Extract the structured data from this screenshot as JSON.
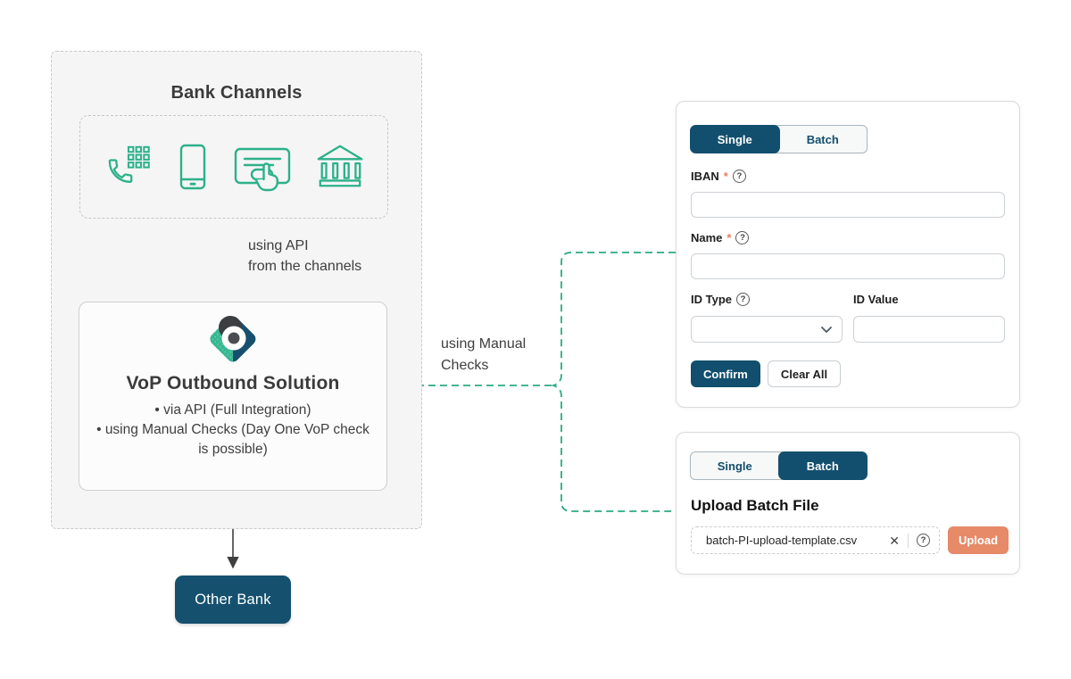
{
  "colors": {
    "accent_green": "#2db189",
    "connector_teal": "#2aab83",
    "navy": "#124f6e",
    "navy_node": "#15516f",
    "salmon": "#e68a68",
    "required_marker_color": "#e87e5e"
  },
  "diagram": {
    "bank_channels": {
      "title": "Bank Channels",
      "icons": [
        "phone-keypad-icon",
        "smartphone-icon",
        "online-banking-icon",
        "bank-branch-icon"
      ]
    },
    "api_label": [
      "using API",
      "from the channels"
    ],
    "vop_box": {
      "title": "VoP Outbound Solution",
      "bullets": [
        "via API (Full Integration)",
        "using Manual Checks (Day One VoP check is possible)"
      ]
    },
    "manual_checks_label": [
      "using Manual",
      "Checks"
    ],
    "other_bank_label": "Other Bank"
  },
  "single_panel": {
    "tabs": [
      {
        "label": "Single",
        "active": true
      },
      {
        "label": "Batch",
        "active": false
      }
    ],
    "required_marker": "*",
    "help_glyph": "?",
    "fields": {
      "iban": {
        "label": "IBAN",
        "value": ""
      },
      "name": {
        "label": "Name",
        "value": ""
      },
      "id_type": {
        "label": "ID Type",
        "value": ""
      },
      "id_value": {
        "label": "ID Value",
        "value": ""
      }
    },
    "buttons": {
      "confirm": "Confirm",
      "clear_all": "Clear All"
    }
  },
  "batch_panel": {
    "tabs": [
      {
        "label": "Single",
        "active": false
      },
      {
        "label": "Batch",
        "active": true
      }
    ],
    "heading": "Upload Batch File",
    "file": {
      "name": "batch-PI-upload-template.csv",
      "close_glyph": "✕",
      "help_glyph": "?"
    },
    "upload_label": "Upload"
  }
}
